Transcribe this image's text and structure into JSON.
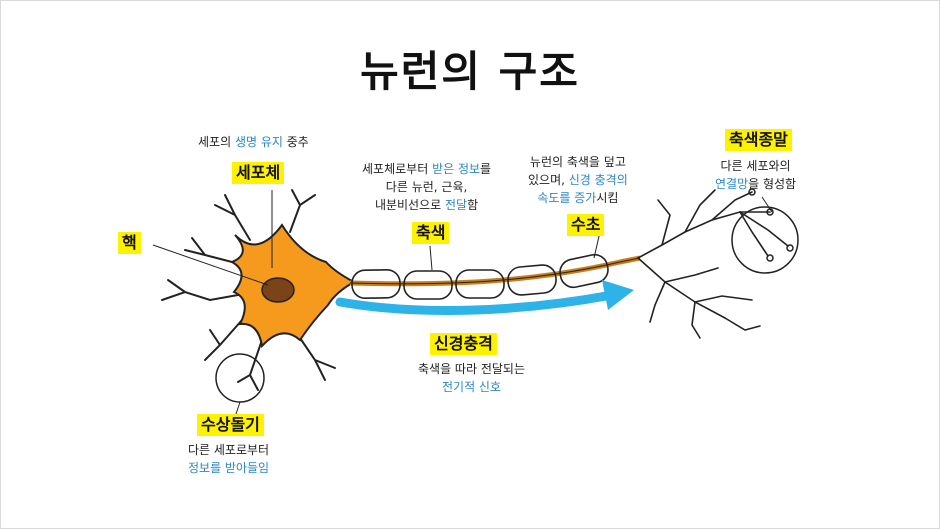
{
  "title": "뉴런의 구조",
  "colors": {
    "highlight": "#fff200",
    "accent_text": "#2a86c8",
    "soma": "#f59a1c",
    "signal_arrow": "#2eb3e8"
  },
  "labels": {
    "soma": {
      "tag": "세포체",
      "desc_pre": "세포의 ",
      "desc_hl": "생명 유지",
      "desc_post": " 중추"
    },
    "nucleus": {
      "tag": "핵"
    },
    "axon": {
      "tag": "축색",
      "line1_pre": "세포체로부터 ",
      "line1_hl": "받은 정보",
      "line1_post": "를",
      "line2": "다른 뉴런, 근육,",
      "line3_pre": "내분비선으로 ",
      "line3_hl": "전달",
      "line3_post": "함"
    },
    "myelin": {
      "tag": "수초",
      "line1": "뉴런의 축색을 덮고",
      "line2_pre": "있으며, ",
      "line2_hl": "신경 충격의",
      "line3_hl": "속도를 증가",
      "line3_post": "시킴"
    },
    "terminal": {
      "tag": "축색종말",
      "line1": "다른 세포와의",
      "line2_hl": "연결망",
      "line2_post": "을 형성함"
    },
    "impulse": {
      "tag": "신경충격",
      "line1": "축색을 따라 전달되는",
      "line2_hl": "전기적 신호"
    },
    "dendrite": {
      "tag": "수상돌기",
      "line1": "다른 세포로부터",
      "line2_hl": "정보를 받아들임"
    }
  }
}
